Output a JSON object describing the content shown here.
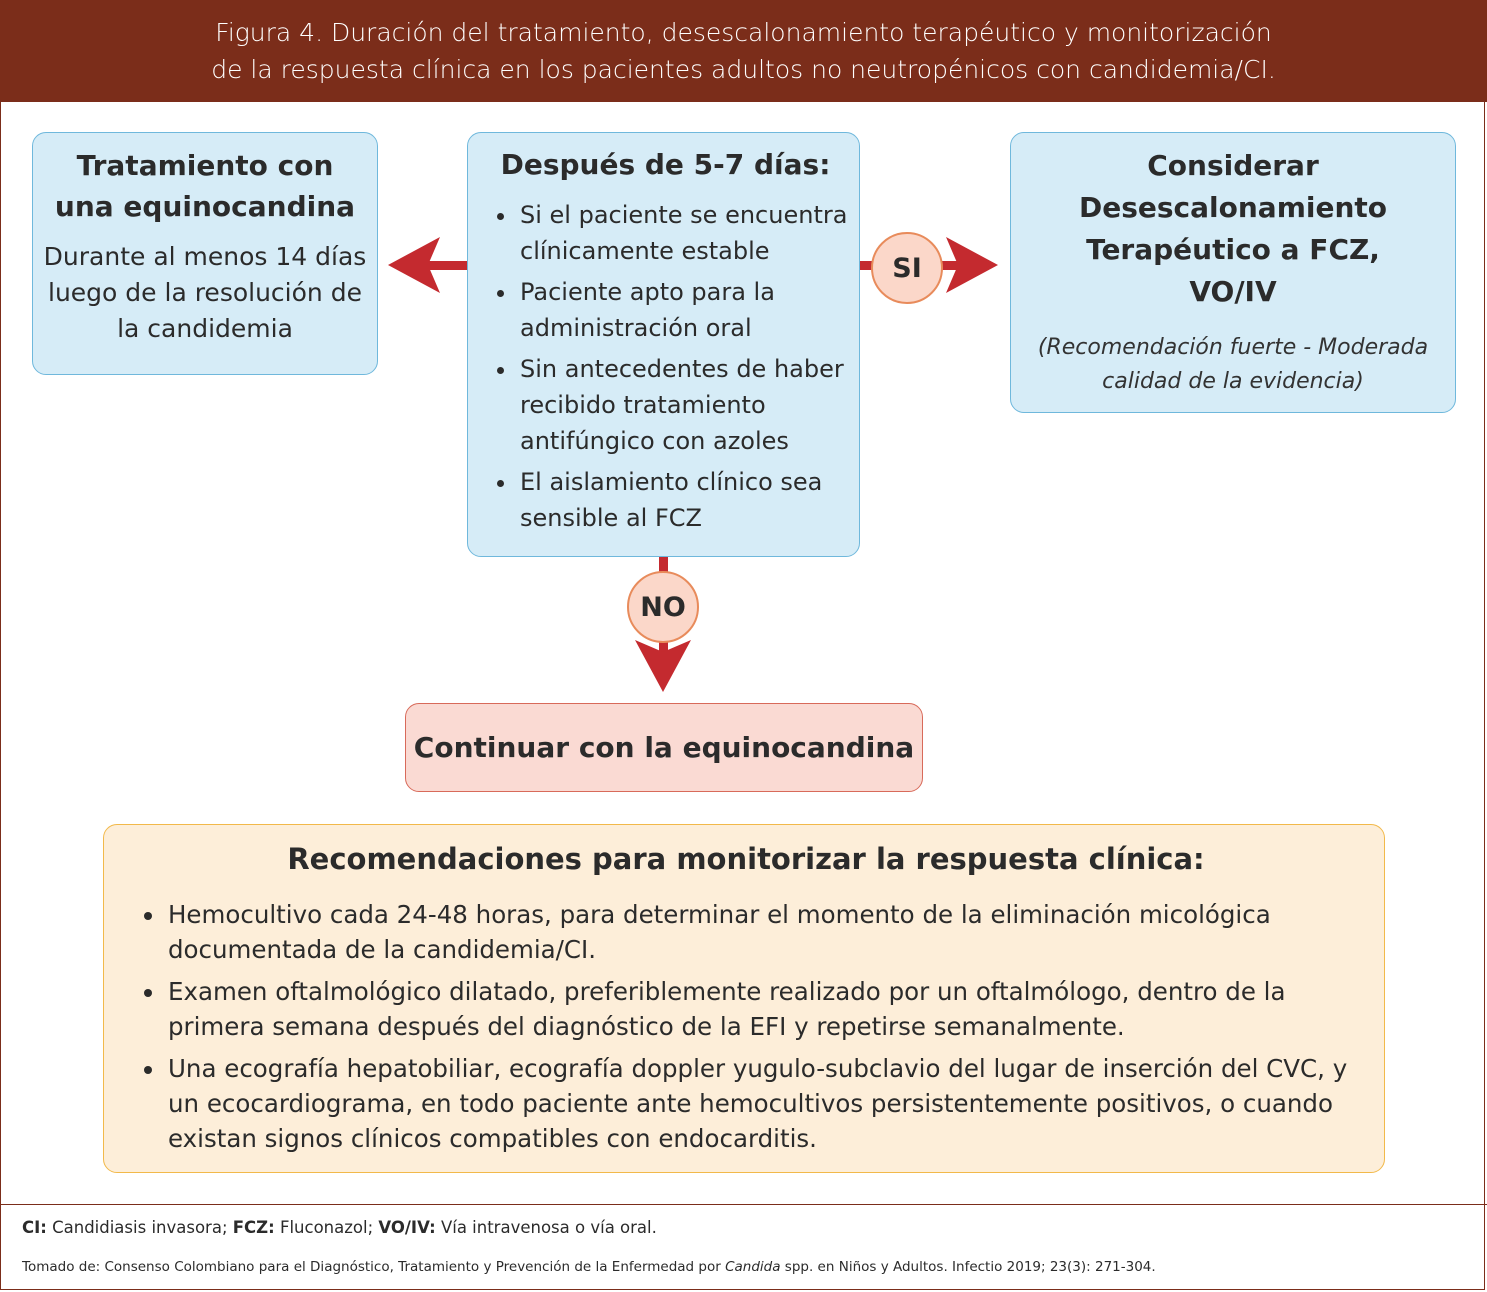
{
  "header": {
    "line1": "Figura 4. Duración del tratamiento, desescalonamiento terapéutico y monitorización",
    "line2": "de la respuesta clínica en los pacientes  adultos no neutropénicos con candidemia/CI."
  },
  "left_box": {
    "title": "Tratamiento con una equinocandina",
    "text": "Durante al menos 14 días luego de la resolución de la candidemia"
  },
  "center_box": {
    "title": "Después de 5-7 días:",
    "items": [
      "Si el paciente se  encuentra clínicamente estable",
      "Paciente apto para la administración oral",
      "Sin antecedentes de haber recibido tratamiento antifúngico con azoles",
      "El aislamiento clínico sea sensible al FCZ"
    ]
  },
  "right_box": {
    "title_lines": [
      "Considerar",
      "Desescalonamiento",
      "Terapéutico a FCZ,",
      "VO/IV"
    ],
    "note": "(Recomendación fuerte - Moderada calidad de la evidencia)"
  },
  "badges": {
    "yes": "SI",
    "no": "NO"
  },
  "continue_box": {
    "label": "Continuar con la equinocandina"
  },
  "monitor_box": {
    "title": "Recomendaciones para monitorizar la respuesta clínica:",
    "items": [
      "Hemocultivo cada 24-48 horas, para determinar el momento de la eliminación micológica documentada de la candidemia/CI.",
      "Examen oftalmológico dilatado, preferiblemente realizado por un oftalmólogo, dentro de la primera semana después del diagnóstico de la EFI y repetirse semanalmente.",
      "Una ecografía hepatobiliar, ecografía doppler yugulo-subclavio del lugar de inserción del CVC, y un ecocardiograma, en todo paciente ante hemocultivos persistentemente positivos, o cuando existan signos clínicos compatibles con endocarditis."
    ]
  },
  "footnote": {
    "ci_abbr": "CI:",
    "ci_text": " Candidiasis invasora; ",
    "fcz_abbr": "FCZ:",
    "fcz_text": " Fluconazol; ",
    "vo_abbr": "VO/IV:",
    "vo_text": " Vía intravenosa o vía oral."
  },
  "source": {
    "before": "Tomado de: Consenso Colombiano para el Diagnóstico, Tratamiento y Prevención de la Enfermedad por ",
    "italic": "Candida",
    "after": " spp. en Niños y Adultos. Infectio 2019; 23(3): 271-304."
  },
  "colors": {
    "header_bg": "#7b2d1a",
    "arrow": "#c42a2f",
    "blue_box_bg": "#d6ecf7",
    "blue_box_border": "#6fb8dc",
    "pink_box_bg": "#fadad3",
    "cream_box_bg": "#fdeed9",
    "cream_box_border": "#f2b94a"
  }
}
